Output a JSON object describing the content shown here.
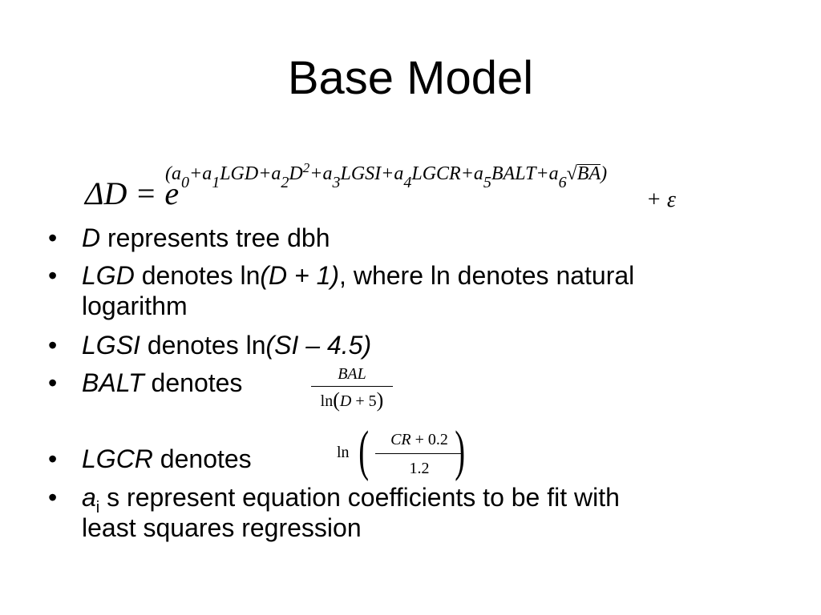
{
  "title": "Base Model",
  "equation": {
    "lhs": "ΔD = e",
    "exp_open": "(a",
    "exp_sub0": "0",
    "exp_t1": "+a",
    "exp_sub1": "1",
    "exp_t2": "LGD+a",
    "exp_sub2": "2",
    "exp_t3": "D",
    "exp_sup2": "2",
    "exp_t4": "+a",
    "exp_sub3": "3",
    "exp_t5": "LGSI+a",
    "exp_sub4": "4",
    "exp_t6": "LGCR+a",
    "exp_sub5": "5",
    "exp_t7": "BALT+a",
    "exp_sub6": "6",
    "exp_root": "√",
    "exp_radicand": "BA",
    "exp_close": ")",
    "error_term": "+ ε"
  },
  "bullets": [
    {
      "marker": "•",
      "term": "D",
      "text": " represents tree dbh"
    },
    {
      "marker": "•",
      "term": "LGD",
      "text_a": " denotes ln",
      "italic_b": "(D + 1)",
      "text_c": ", where ln denotes natural",
      "line2": "logarithm"
    },
    {
      "marker": "•",
      "term": "LGSI",
      "text_a": " denotes ln",
      "italic_b": "(SI – 4.5)"
    },
    {
      "marker": "•",
      "term": "BALT",
      "text": " denotes"
    },
    {
      "marker": "•",
      "term": "LGCR",
      "text": " denotes"
    },
    {
      "marker": "•",
      "term": "a",
      "sub": "i",
      "text": " s represent equation coefficients to be fit with",
      "line2": "least squares regression"
    }
  ],
  "balt_fraction": {
    "numerator": "BAL",
    "den_ln": "ln",
    "den_open": "(",
    "den_var": "D",
    "den_rest": " + 5",
    "den_close": ")"
  },
  "lgcr_fraction": {
    "ln": "ln",
    "lparen": "(",
    "num_var": "CR",
    "num_rest": " + 0.2",
    "denominator": "1.2",
    "rparen": ")"
  }
}
